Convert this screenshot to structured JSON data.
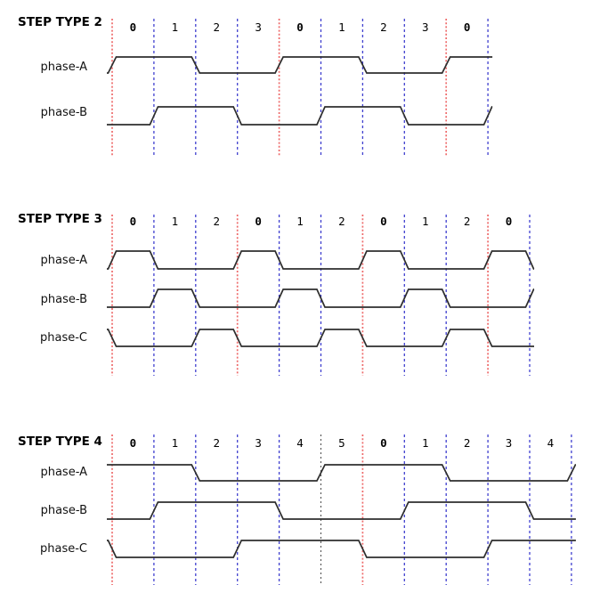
{
  "colors": {
    "background": "#ffffff",
    "cycle_boundary_line": "#ee6a6a",
    "step_boundary_line": "#4040cf",
    "alt_boundary_line": "#555555",
    "waveform": "#2e2e2e",
    "text": "#000000"
  },
  "diagrams": [
    {
      "title": "STEP TYPE 2",
      "steps_per_cycle": 4,
      "step_numbers": [
        {
          "label": "0",
          "bold": true
        },
        {
          "label": "1",
          "bold": false
        },
        {
          "label": "2",
          "bold": false
        },
        {
          "label": "3",
          "bold": false
        },
        {
          "label": "0",
          "bold": true
        },
        {
          "label": "1",
          "bold": false
        },
        {
          "label": "2",
          "bold": false
        },
        {
          "label": "3",
          "bold": false
        },
        {
          "label": "0",
          "bold": true
        }
      ],
      "line_styles": [
        "cycle",
        "step",
        "step",
        "step",
        "cycle",
        "step",
        "step",
        "step",
        "cycle",
        "step"
      ],
      "phases": [
        {
          "label": "phase-A",
          "lead": 0,
          "levels": [
            1,
            1,
            0,
            0,
            1,
            1,
            0,
            0,
            1
          ],
          "trail": 1
        },
        {
          "label": "phase-B",
          "lead": 0,
          "levels": [
            0,
            1,
            1,
            0,
            0,
            1,
            1,
            0,
            0
          ],
          "trail": 1
        }
      ]
    },
    {
      "title": "STEP TYPE 3",
      "steps_per_cycle": 3,
      "step_numbers": [
        {
          "label": "0",
          "bold": true
        },
        {
          "label": "1",
          "bold": false
        },
        {
          "label": "2",
          "bold": false
        },
        {
          "label": "0",
          "bold": true
        },
        {
          "label": "1",
          "bold": false
        },
        {
          "label": "2",
          "bold": false
        },
        {
          "label": "0",
          "bold": true
        },
        {
          "label": "1",
          "bold": false
        },
        {
          "label": "2",
          "bold": false
        },
        {
          "label": "0",
          "bold": true
        }
      ],
      "line_styles": [
        "cycle",
        "step",
        "step",
        "cycle",
        "step",
        "step",
        "cycle",
        "step",
        "step",
        "cycle",
        "step"
      ],
      "phases": [
        {
          "label": "phase-A",
          "lead": 0,
          "levels": [
            1,
            0,
            0,
            1,
            0,
            0,
            1,
            0,
            0,
            1
          ],
          "trail": 0
        },
        {
          "label": "phase-B",
          "lead": 0,
          "levels": [
            0,
            1,
            0,
            0,
            1,
            0,
            0,
            1,
            0,
            0
          ],
          "trail": 1
        },
        {
          "label": "phase-C",
          "lead": 1,
          "levels": [
            0,
            0,
            1,
            0,
            0,
            1,
            0,
            0,
            1,
            0
          ],
          "trail": 0
        }
      ]
    },
    {
      "title": "STEP TYPE 4",
      "steps_per_cycle": 6,
      "step_numbers": [
        {
          "label": "0",
          "bold": true
        },
        {
          "label": "1",
          "bold": false
        },
        {
          "label": "2",
          "bold": false
        },
        {
          "label": "3",
          "bold": false
        },
        {
          "label": "4",
          "bold": false
        },
        {
          "label": "5",
          "bold": false
        },
        {
          "label": "0",
          "bold": true
        },
        {
          "label": "1",
          "bold": false
        },
        {
          "label": "2",
          "bold": false
        },
        {
          "label": "3",
          "bold": false
        },
        {
          "label": "4",
          "bold": false
        }
      ],
      "line_styles": [
        "cycle",
        "step",
        "step",
        "step",
        "step",
        "alt",
        "cycle",
        "step",
        "step",
        "step",
        "step",
        "step"
      ],
      "phases": [
        {
          "label": "phase-A",
          "lead": 1,
          "levels": [
            1,
            1,
            0,
            0,
            0,
            1,
            1,
            1,
            0,
            0,
            0
          ],
          "trail": 1
        },
        {
          "label": "phase-B",
          "lead": 0,
          "levels": [
            0,
            1,
            1,
            1,
            0,
            0,
            0,
            1,
            1,
            1,
            0
          ],
          "trail": 0
        },
        {
          "label": "phase-C",
          "lead": 1,
          "levels": [
            0,
            0,
            0,
            1,
            1,
            1,
            0,
            0,
            0,
            1,
            1
          ],
          "trail": 1
        }
      ]
    }
  ]
}
